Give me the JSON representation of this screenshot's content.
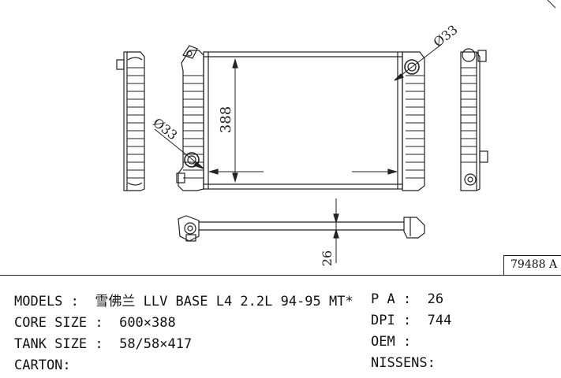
{
  "drawing": {
    "dim_height": "388",
    "dim_diameter_left": "Ø33",
    "dim_diameter_right": "Ø33",
    "dim_bottom": "26"
  },
  "part_number": "79488 A",
  "specs_left": [
    {
      "label": "MODELS",
      "value": "雪佛兰 LLV BASE L4 2.2L 94-95 MT*"
    },
    {
      "label": "CORE SIZE",
      "value": "600×388"
    },
    {
      "label": "TANK SIZE",
      "value": "58/58×417"
    },
    {
      "label": "CARTON:",
      "value": ""
    }
  ],
  "specs_right": [
    {
      "label": "P A",
      "value": "26"
    },
    {
      "label": "DPI",
      "value": "744"
    },
    {
      "label": "OEM",
      "value": ""
    },
    {
      "label": "NISSENS:",
      "value": ""
    }
  ]
}
